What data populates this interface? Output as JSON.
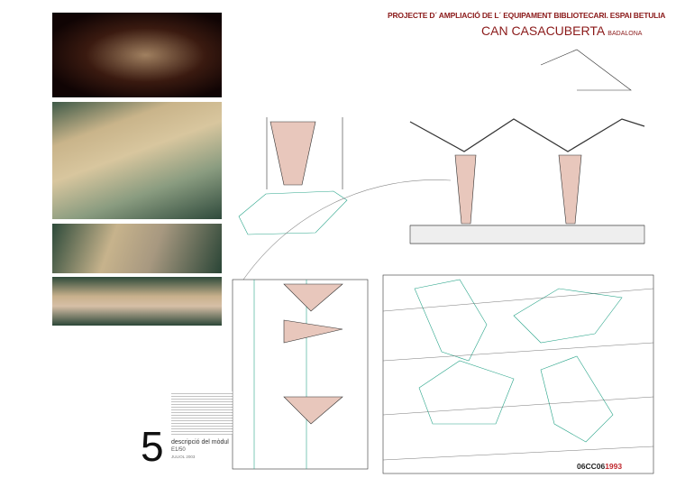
{
  "header": {
    "subtitle": "PROJECTE D´ AMPLIACIÓ DE L´ EQUIPAMENT BIBLIOTECARI. ESPAI BETULIA",
    "title": "CAN CASACUBERTA",
    "city": "BADALONA"
  },
  "titleblock": {
    "sheet_number": "5",
    "description": "descripció del mòdul",
    "scale": "E1/50",
    "date": "JULIOL 2003"
  },
  "sheet_code": {
    "prefix": "06CC06",
    "suffix": "1993"
  },
  "colors": {
    "title": "#8b1a1a",
    "accent_line": "#2aa58a",
    "panel": "#e8c7bc"
  }
}
